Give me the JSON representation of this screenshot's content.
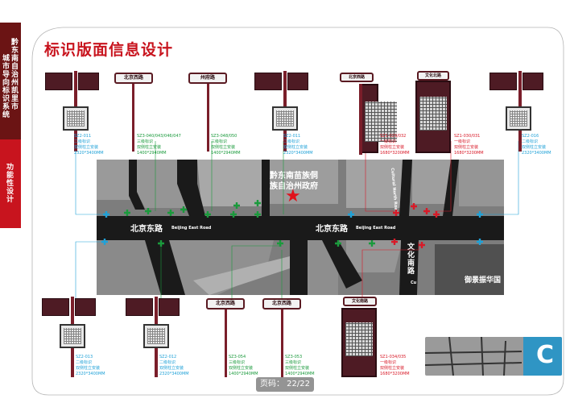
{
  "spine": {
    "line1": "黔东南自治州凯里市",
    "line2": "城市导向标识系统",
    "line3": "功能性设计"
  },
  "title": "标识版面信息设计",
  "map": {
    "roads": {
      "beijing_east_cn_left": "北京东路",
      "beijing_east_en_left": "Beijing East Road",
      "beijing_east_cn_right": "北京东路",
      "beijing_east_en_right": "Beijing East Road",
      "cultural_north_en": "Cultural North Road",
      "cultural_south_cn": "文化南路",
      "cultural_south_en": "Cu"
    },
    "landmark_line1": "黔东南苗族侗",
    "landmark_line2": "族自治州政府",
    "district": "御景振华国"
  },
  "signs_top": [
    {
      "plate": "",
      "code": "SZ2-011",
      "type": "二级标识",
      "mount": "双侧柱立安装",
      "size": "2320*3400MM",
      "color": "blue"
    },
    {
      "plate": "北京西路",
      "code": "SZ3-040/043/046/047",
      "type": "三级标识",
      "mount": "双侧柱立安装",
      "size": "1400*2940MM",
      "color": "green"
    },
    {
      "plate": "州府路",
      "code": "SZ3-048/050",
      "type": "三级标识",
      "mount": "双侧柱立安装",
      "size": "1400*2940MM",
      "color": "green"
    },
    {
      "plate": "",
      "code": "SZ2-011",
      "type": "二级标识",
      "mount": "双侧柱立安装",
      "size": "2320*3400MM",
      "color": "blue"
    },
    {
      "plate": "北京西路",
      "code": "SZ1-029/032",
      "type": "一级标识",
      "mount": "双侧柱立安装",
      "size": "1680*3200MM",
      "color": "red"
    },
    {
      "plate": "文化北路",
      "code": "SZ1-030/031",
      "type": "一级标识",
      "mount": "双侧柱立安装",
      "size": "1680*3200MM",
      "color": "red"
    },
    {
      "plate": "",
      "code": "SZ2-016",
      "type": "二级标识",
      "mount": "双侧柱立安装",
      "size": "2320*3400MM",
      "color": "blue"
    }
  ],
  "signs_bottom": [
    {
      "plate": "",
      "code": "SZ2-013",
      "type": "二级标识",
      "mount": "双侧柱立安装",
      "size": "2320*3400MM",
      "color": "blue"
    },
    {
      "plate": "",
      "code": "SZ2-012",
      "type": "二级标识",
      "mount": "双侧柱立安装",
      "size": "2320*3400MM",
      "color": "green"
    },
    {
      "plate": "北京西路",
      "code": "SZ3-054",
      "type": "三级标识",
      "mount": "双侧柱立安装",
      "size": "1400*2940MM",
      "color": "green"
    },
    {
      "plate": "北京西路",
      "code": "SZ3-053",
      "type": "三级标识",
      "mount": "双侧柱立安装",
      "size": "1400*2940MM",
      "color": "green"
    },
    {
      "plate": "文化南路",
      "code": "SZ1-034/035",
      "type": "一级标识",
      "mount": "双侧柱立安装",
      "size": "1680*3200MM",
      "color": "red"
    }
  ],
  "pager": "页码： 22/22",
  "thumb_letter": "C",
  "colors": {
    "brand_red": "#c8141e",
    "dark_red": "#6b1414",
    "blue": "#1fa1d7",
    "green": "#1a9a3c",
    "red": "#d81a28"
  }
}
